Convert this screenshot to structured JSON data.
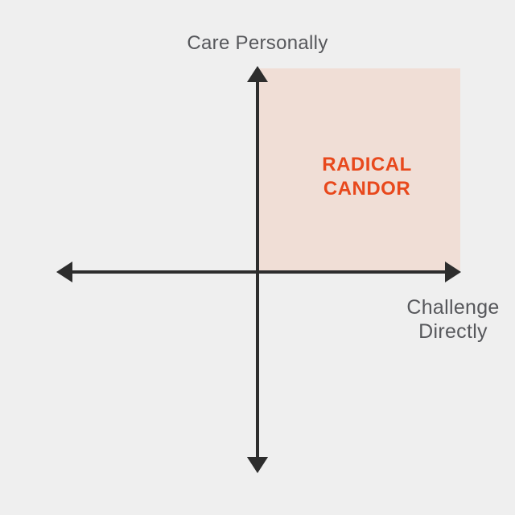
{
  "axes": {
    "y_label": "Care Personally",
    "x_label": "Challenge Directly"
  },
  "quadrants": {
    "top_right": {
      "label": "RADICAL CANDOR",
      "highlighted": true
    }
  },
  "colors": {
    "background": "#EFEFEF",
    "quadrant_fill": "#F0DED6",
    "axis": "#2D2D2D",
    "axis_label": "#56575B",
    "accent": "#E8481C"
  }
}
